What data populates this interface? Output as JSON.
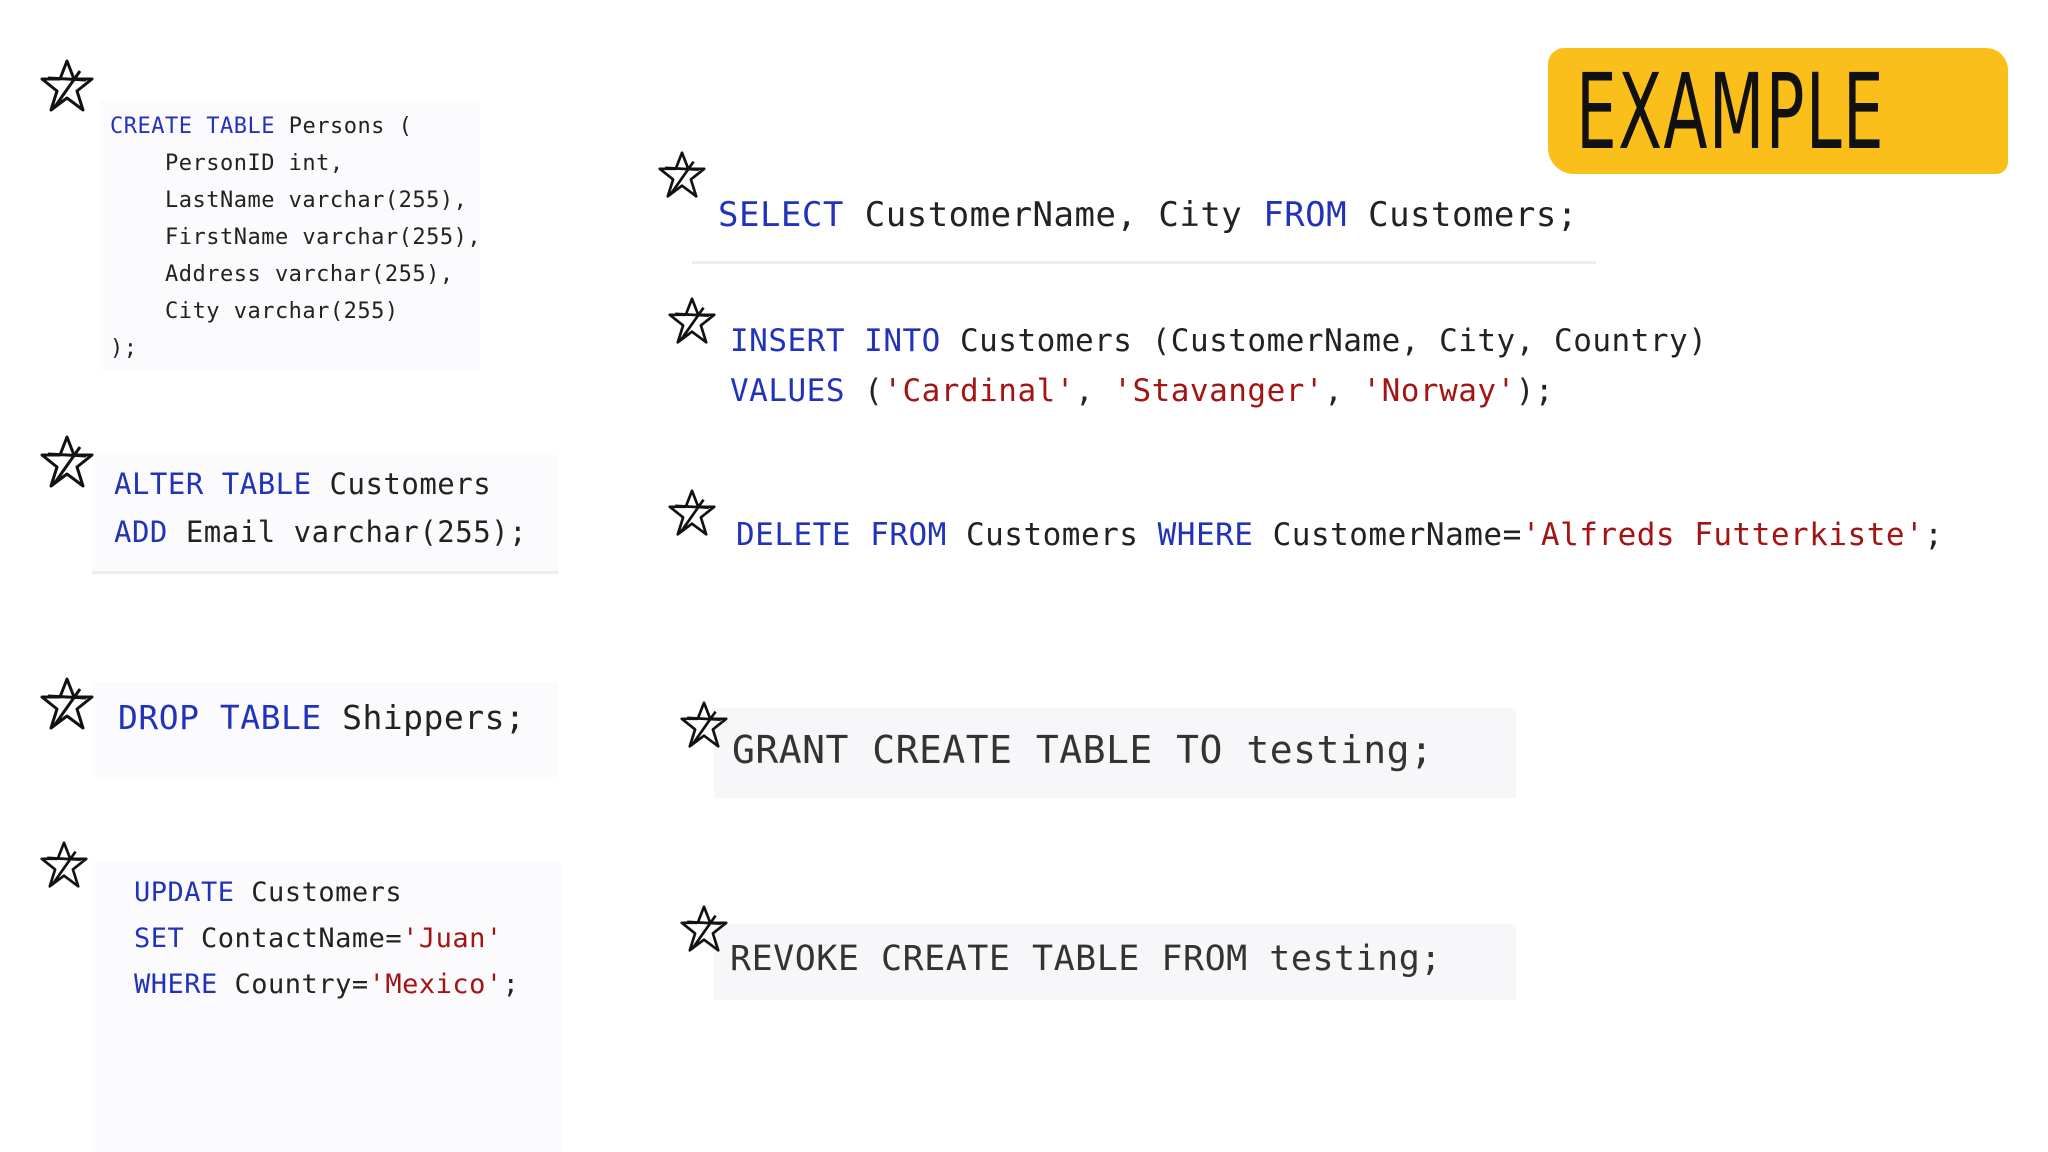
{
  "banner": {
    "label": "EXAMPLE"
  },
  "colors": {
    "keyword": "#2233bb",
    "string": "#a31515",
    "text": "#222222",
    "banner": "#fbbf1c"
  },
  "icons": {
    "marker": "star-icon"
  },
  "snippets": {
    "create_table": {
      "l1_kw1": "CREATE",
      "l1_kw2": "TABLE",
      "l1_rest": " Persons (",
      "l2": "    PersonID int,",
      "l3": "    LastName varchar(255),",
      "l4": "    FirstName varchar(255),",
      "l5": "    Address varchar(255),",
      "l6": "    City varchar(255)",
      "l7": ");"
    },
    "alter_table": {
      "l1_kw1": "ALTER",
      "l1_kw2": "TABLE",
      "l1_rest": " Customers",
      "l2_kw": "ADD",
      "l2_rest": " Email varchar(255);"
    },
    "drop_table": {
      "kw1": "DROP",
      "kw2": "TABLE",
      "rest": " Shippers;"
    },
    "update": {
      "l1_kw": "UPDATE",
      "l1_rest": " Customers",
      "l2_kw": "SET",
      "l2_mid": " ContactName=",
      "l2_str": "'Juan'",
      "l3_kw": "WHERE",
      "l3_mid": " Country=",
      "l3_str": "'Mexico'",
      "l3_end": ";"
    },
    "select": {
      "kw1": "SELECT",
      "mid1": " CustomerName, City ",
      "kw2": "FROM",
      "rest": " Customers;"
    },
    "insert": {
      "l1_kw1": "INSERT",
      "l1_kw2": "INTO",
      "l1_rest": " Customers (CustomerName, City, Country)",
      "l2_kw": "VALUES",
      "l2_a": " (",
      "s1": "'Cardinal'",
      "c1": ", ",
      "s2": "'Stavanger'",
      "c2": ", ",
      "s3": "'Norway'",
      "l2_end": ");"
    },
    "delete": {
      "kw1": "DELETE",
      "kw2": "FROM",
      "mid": " Customers ",
      "kw3": "WHERE",
      "mid2": " CustomerName=",
      "str": "'Alfreds Futterkiste'",
      "end": ";"
    },
    "grant": {
      "text": "GRANT CREATE TABLE TO testing;"
    },
    "revoke": {
      "text": "REVOKE CREATE TABLE FROM testing;"
    }
  }
}
